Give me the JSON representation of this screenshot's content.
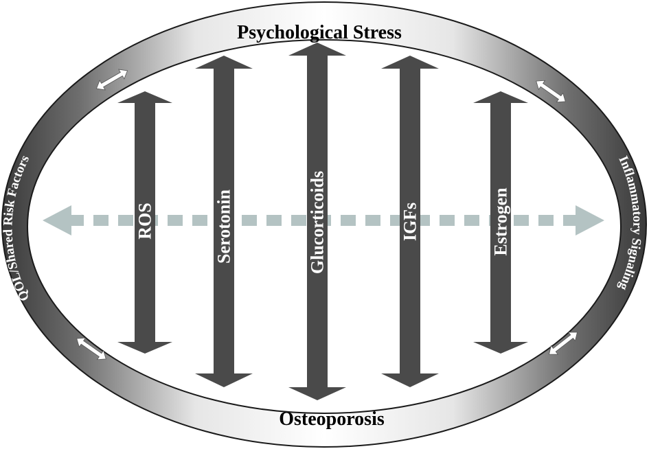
{
  "ring": {
    "top_label": "Psychological Stress",
    "bottom_label": "Osteoporosis",
    "left_label": "QOL/Shared Risk Factors",
    "right_label": "Inflammatory Signaling"
  },
  "mediators": [
    {
      "id": "ros",
      "label": "ROS"
    },
    {
      "id": "serotonin",
      "label": "Serotonin"
    },
    {
      "id": "glucorticoids",
      "label": "Glucorticoids"
    },
    {
      "id": "igfs",
      "label": "IGFs"
    },
    {
      "id": "estrogen",
      "label": "Estrogen"
    }
  ],
  "colors": {
    "ring_dark": "#3c3c3c",
    "ring_light": "#f4f4f4",
    "arrow_fill": "#4a4a4a",
    "arrow_text": "#ffffff",
    "dashed_arrow": "#b4c3c3",
    "title_text": "#000000"
  }
}
